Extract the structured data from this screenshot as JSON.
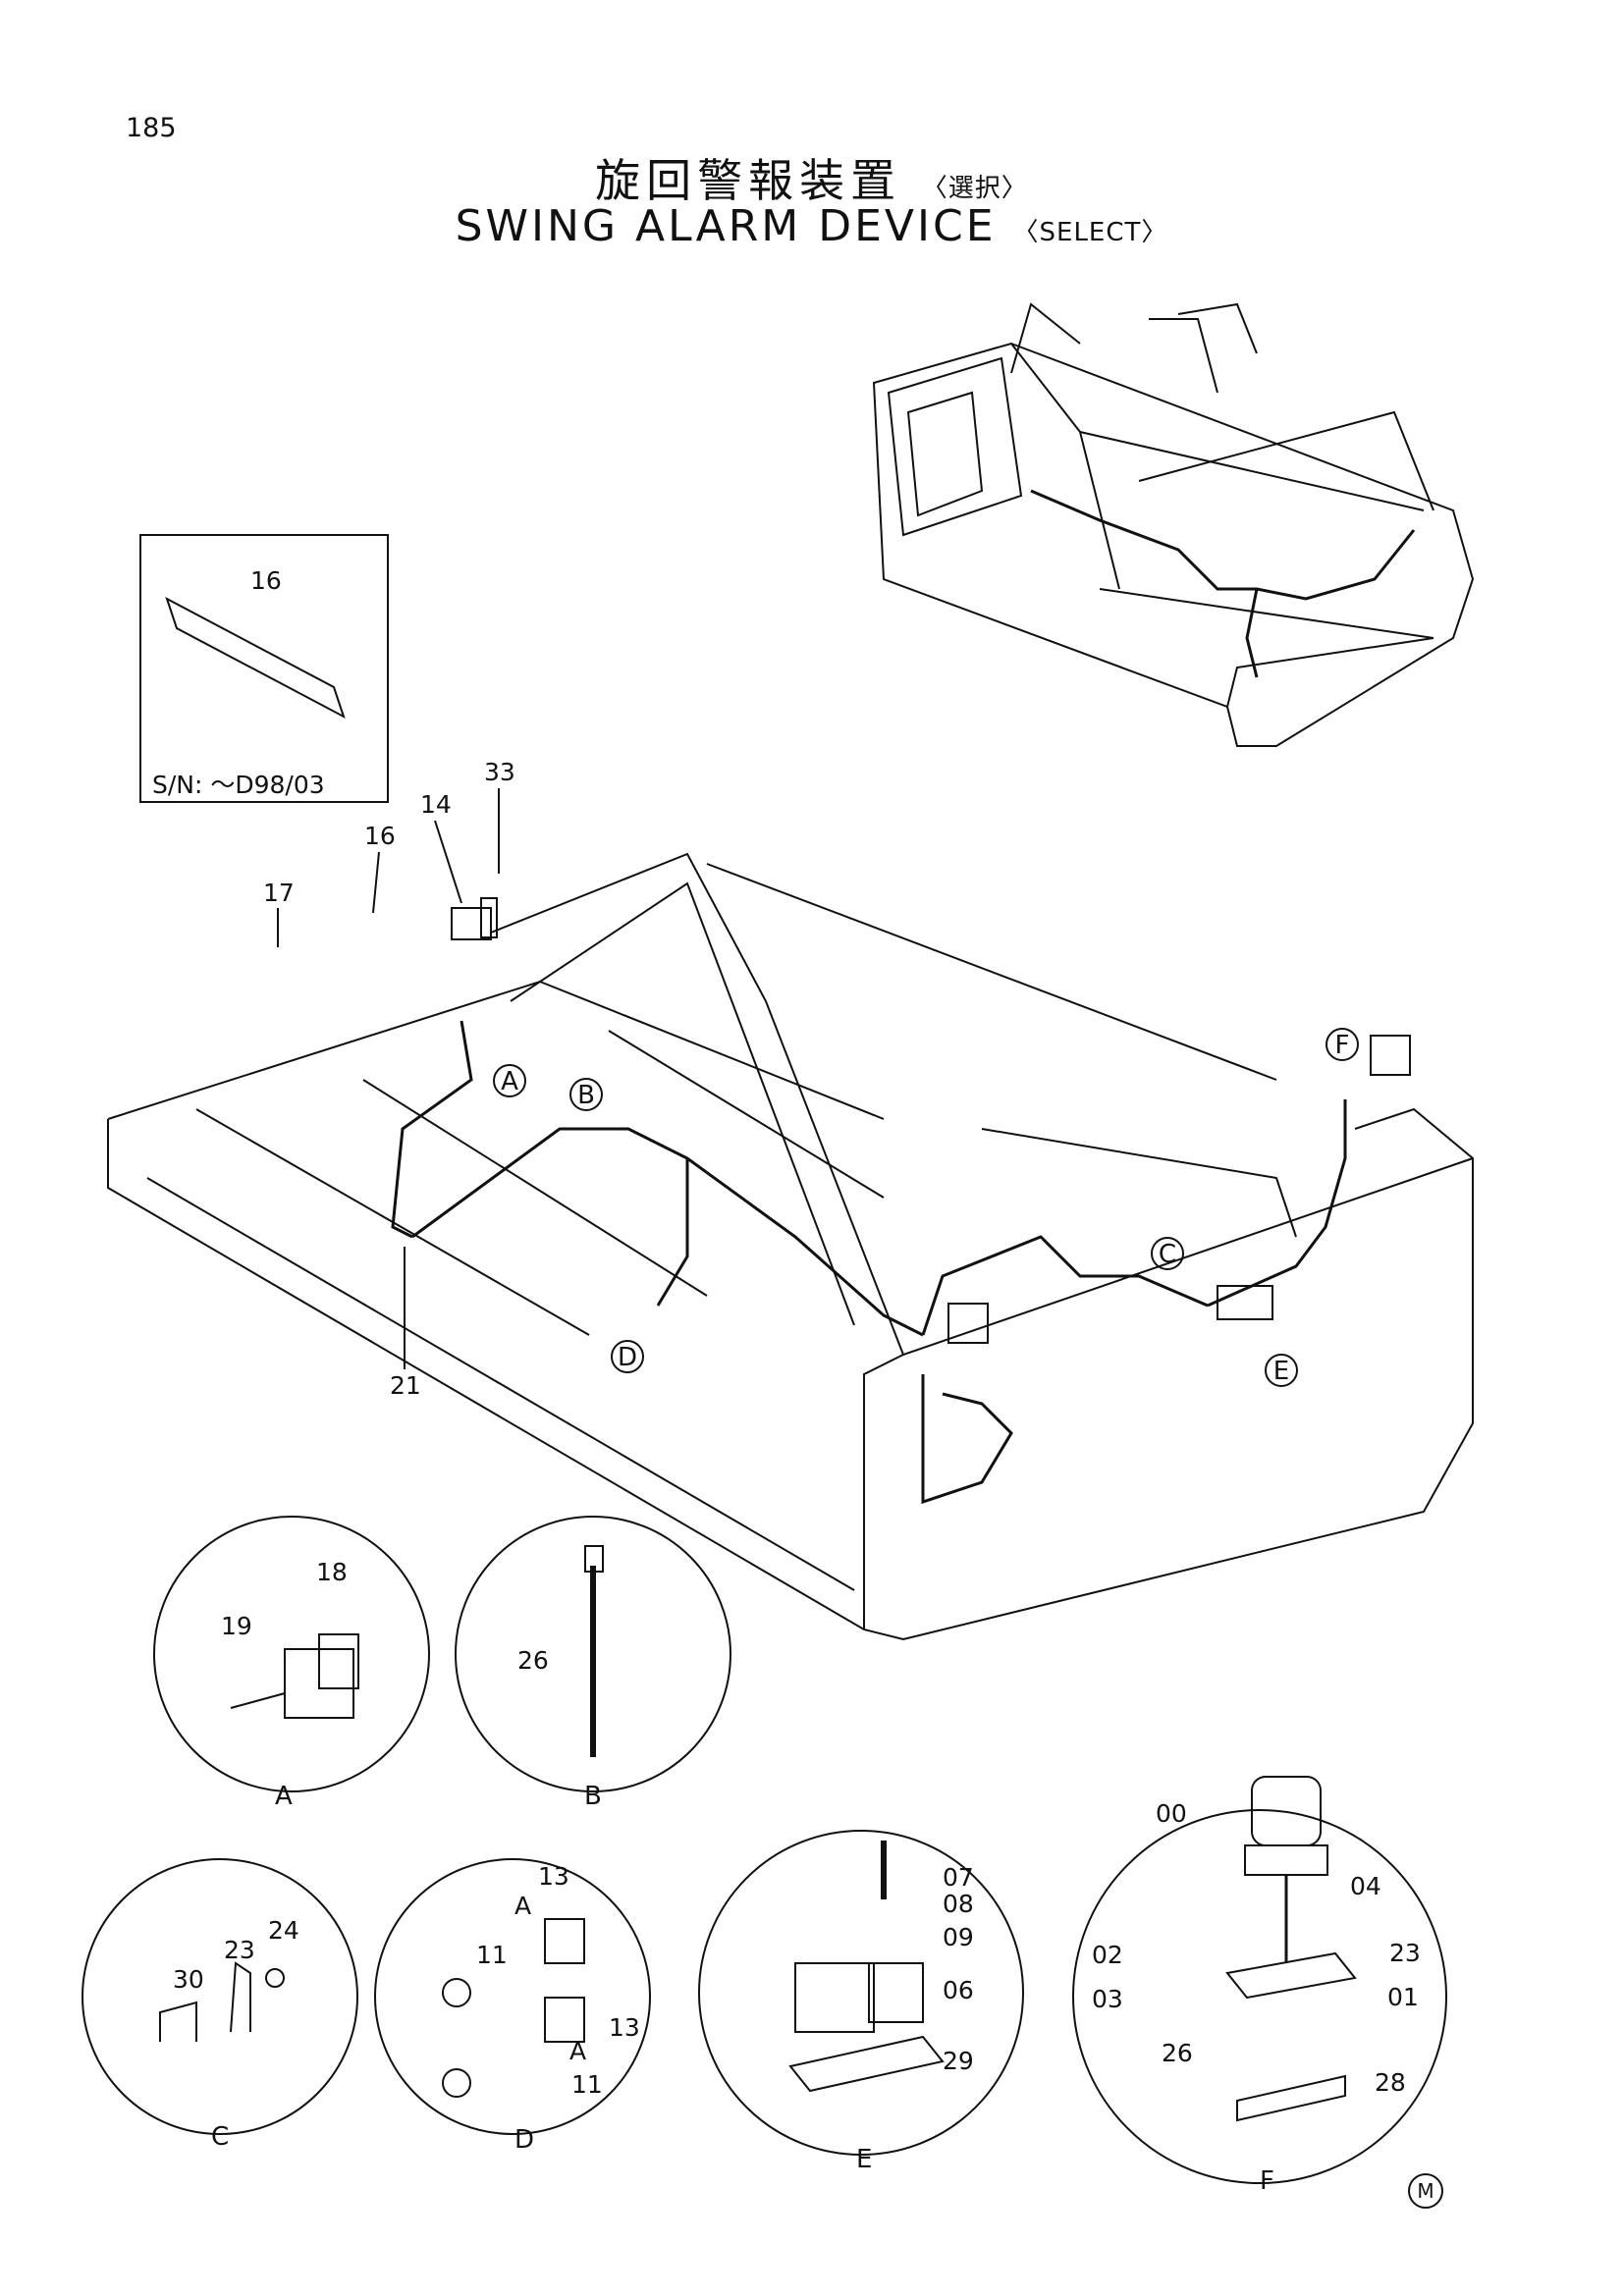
{
  "page_number": "185",
  "title": {
    "jp_main": "旋回警報装置",
    "jp_sub": "〈選択〉",
    "en_main": "SWING ALARM DEVICE",
    "en_sub": "〈SELECT〉"
  },
  "inset": {
    "part": "16",
    "serial": "S/N: ～D98/03"
  },
  "callouts": {
    "main": [
      "33",
      "14",
      "16",
      "17",
      "21"
    ],
    "detail_a": [
      "18",
      "19"
    ],
    "detail_b": [
      "26"
    ],
    "detail_c": [
      "30",
      "23",
      "24"
    ],
    "detail_d": [
      "13",
      "11",
      "13",
      "11"
    ],
    "detail_d_sub": [
      "A",
      "A"
    ],
    "detail_e": [
      "07",
      "08",
      "09",
      "06",
      "29"
    ],
    "detail_f": [
      "00",
      "04",
      "02",
      "23",
      "03",
      "01",
      "26",
      "28"
    ]
  },
  "view_letters": [
    "A",
    "B",
    "C",
    "D",
    "E",
    "F"
  ],
  "detail_labels": [
    "A",
    "B",
    "C",
    "D",
    "E",
    "F"
  ],
  "marks": {
    "m": "M"
  }
}
